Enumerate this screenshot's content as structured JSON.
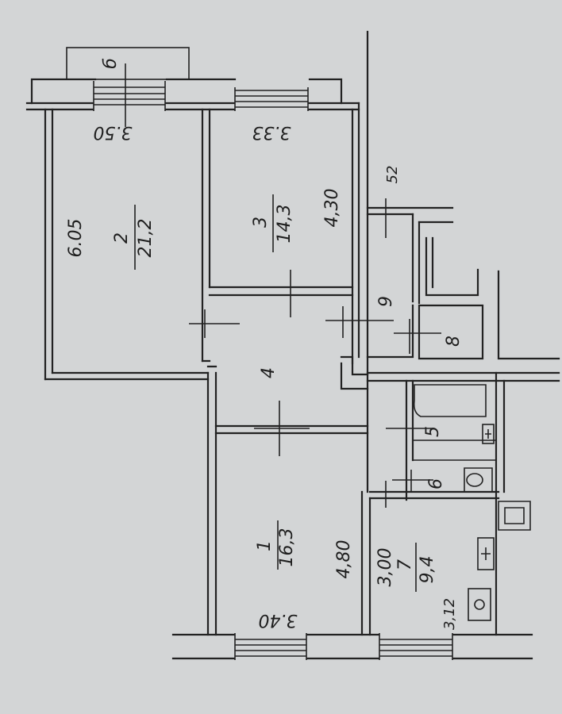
{
  "plan": {
    "room_2": {
      "number": "2",
      "area": "21,2",
      "length": "6.05",
      "width": "3.50"
    },
    "room_3": {
      "number": "3",
      "area": "14,3",
      "length": "4,30",
      "width": "3.33"
    },
    "room_1": {
      "number": "1",
      "area": "16,3",
      "length": "4,80",
      "width": "3.40"
    },
    "room_7": {
      "number": "7",
      "area": "9,4",
      "length": "3,00",
      "width": "3,12"
    },
    "hall": {
      "number": "4"
    },
    "room_5": {
      "number": "5"
    },
    "room_6": {
      "number": "6"
    },
    "room_8": {
      "number": "8"
    },
    "room_9": {
      "number": "9"
    },
    "balcony": {
      "label": "б"
    },
    "balcony_dim": {
      "label": "52"
    }
  }
}
